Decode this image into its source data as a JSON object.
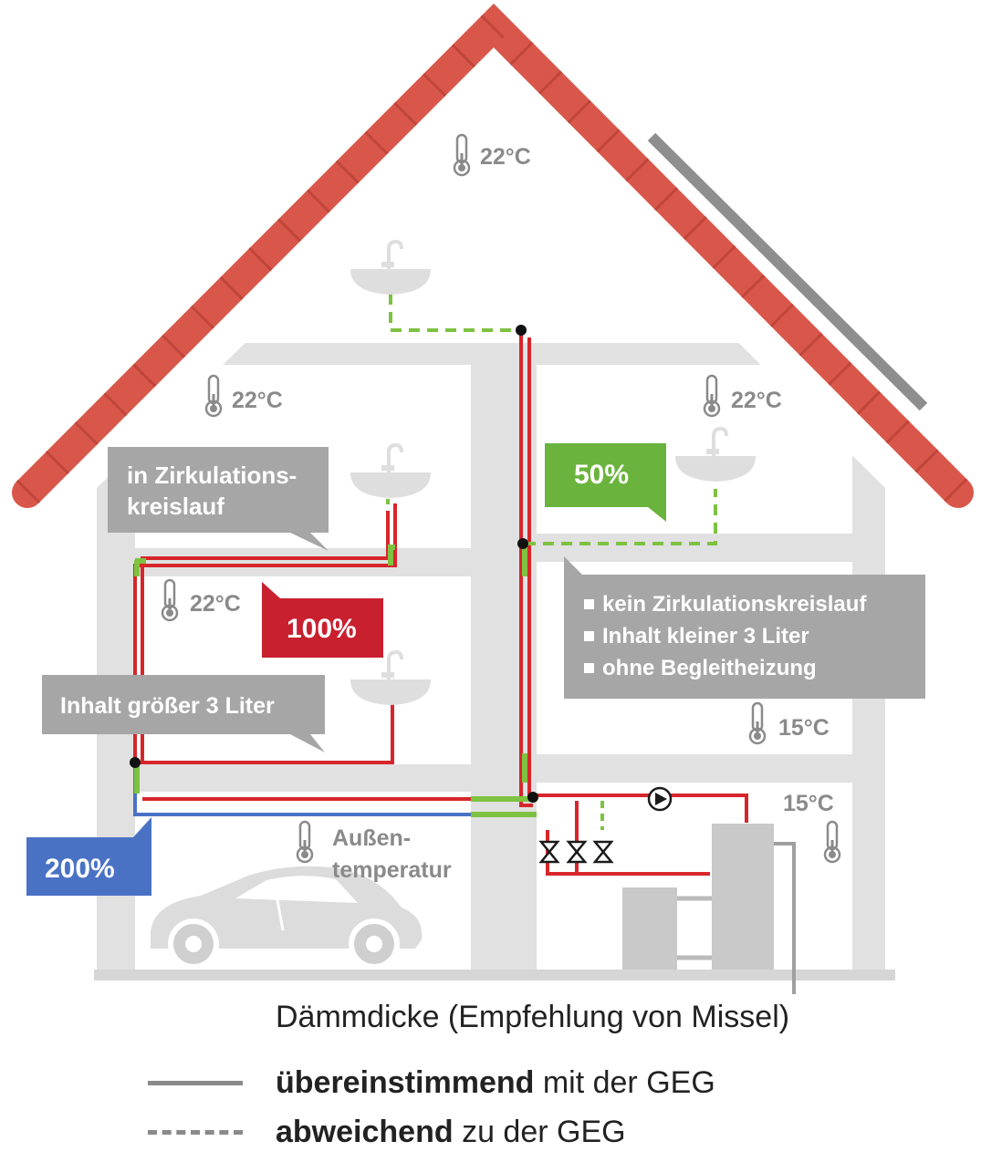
{
  "temperatures": {
    "attic": "22°C",
    "left_upper": "22°C",
    "right_upper": "22°C",
    "left_middle": "22°C",
    "right_middle": "15°C",
    "cellar": "15°C"
  },
  "outside": {
    "line1": "Außen-",
    "line2": "temperatur"
  },
  "callouts": {
    "circulation": {
      "line1": "in Zirkulations-",
      "line2": "kreislauf"
    },
    "percent_50": "50%",
    "percent_100": "100%",
    "content_large": "Inhalt größer 3 Liter",
    "percent_200": "200%",
    "conditions": [
      "kein Zirkulationskreislauf",
      "Inhalt kleiner 3 Liter",
      "ohne Begleitheizung"
    ]
  },
  "legend": {
    "title": "Dämmdicke (Empfehlung von Missel)",
    "solid_bold": "übereinstimmend",
    "solid_rest": "mit der GEG",
    "dashed_bold": "abweichend",
    "dashed_rest": "zu der GEG"
  },
  "colors": {
    "roof": "#d9574a",
    "structure": "#dcdcdc",
    "hot_pipe": "#d7262b",
    "cold_pipe": "#4a72c4",
    "insulation": "#7ec241",
    "callout_gray": "#a6a6a6",
    "callout_green": "#6ab43e",
    "callout_red": "#c8202f",
    "callout_blue": "#4a72c4"
  }
}
